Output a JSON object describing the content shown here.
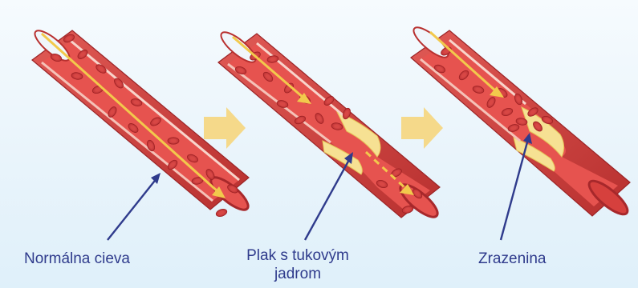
{
  "diagram": {
    "stages": [
      {
        "label": "Normálna cieva"
      },
      {
        "label_line1": "Plak s tukovým",
        "label_line2": "jadrom"
      },
      {
        "label": "Zrazenina"
      }
    ]
  },
  "colors": {
    "vessel_wall": "#cf3c3a",
    "vessel_wall_dark": "#a7282b",
    "lumen": "#e6534f",
    "blood_cell": "#c92f30",
    "plaque": "#f6e193",
    "flow_arrow": "#f2c94c",
    "stage_arrow": "#f5d98a",
    "pointer_line": "#2f3b8c",
    "background": "#eaf5fb"
  }
}
